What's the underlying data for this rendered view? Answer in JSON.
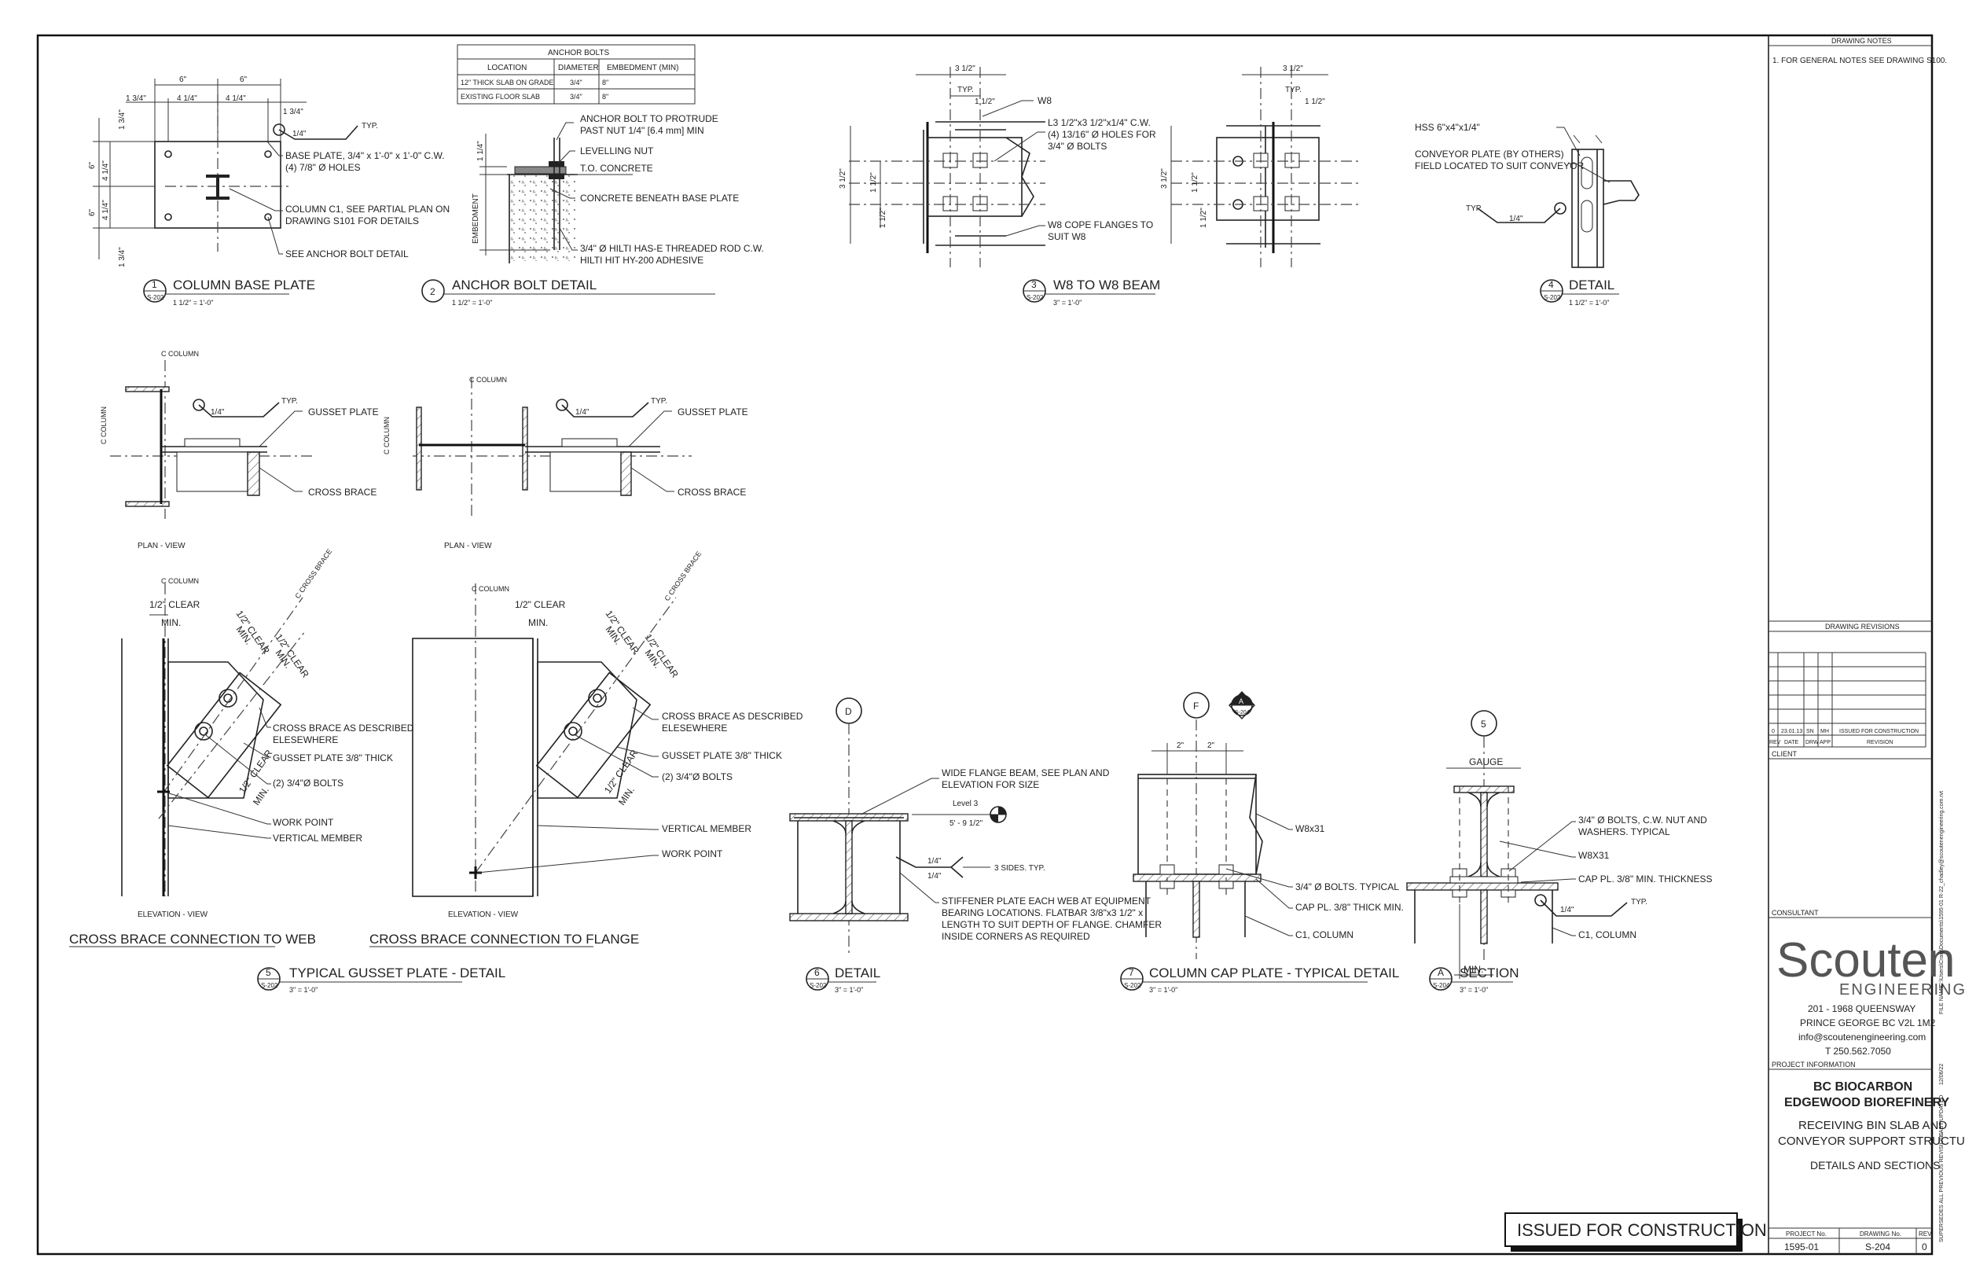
{
  "anchor_table": {
    "title": "ANCHOR BOLTS",
    "headers": [
      "LOCATION",
      "DIAMETER",
      "EMBEDMENT (MIN)"
    ],
    "rows": [
      [
        "12\" THICK SLAB ON GRADE",
        "3/4\"",
        "8\""
      ],
      [
        "EXISTING FLOOR SLAB",
        "3/4\"",
        "8\""
      ]
    ]
  },
  "details": {
    "d1": {
      "number": "1",
      "sheet": "S-202",
      "title": "COLUMN BASE PLATE",
      "scale": "1 1/2\" = 1'-0\""
    },
    "d2": {
      "number": "2",
      "title": "ANCHOR BOLT DETAIL",
      "scale": "1 1/2\" = 1'-0\""
    },
    "d3": {
      "number": "3",
      "sheet": "S-202",
      "title": "W8 TO W8 BEAM",
      "scale": "3\" = 1'-0\""
    },
    "d4": {
      "number": "4",
      "sheet": "S-202",
      "title": "DETAIL",
      "scale": "1 1/2\" = 1'-0\""
    },
    "d5": {
      "number": "5",
      "sheet": "S-202",
      "title": "TYPICAL GUSSET PLATE - DETAIL",
      "scale": "3\" = 1'-0\""
    },
    "d6": {
      "number": "6",
      "sheet": "S-202",
      "title": "DETAIL",
      "scale": "3\" = 1'-0\""
    },
    "d7": {
      "number": "7",
      "sheet": "S-202",
      "title": "COLUMN CAP PLATE - TYPICAL DETAIL",
      "scale": "3\" = 1'-0\""
    },
    "dA": {
      "number": "A",
      "sheet": "S-204",
      "title": "SECTION",
      "scale": "3\" = 1'-0\""
    }
  },
  "notes": {
    "d1": {
      "dim_6a": "6\"",
      "dim_6b": "6\"",
      "dim_134a": "1 3/4\"",
      "dim_414a": "4 1/4\"",
      "dim_414b": "4 1/4\"",
      "dim_134b": "1 3/4\"",
      "v_134a": "1 3/4\"",
      "v_6a": "6\"",
      "v_414a": "4 1/4\"",
      "v_6b": "6\"",
      "v_414b": "4 1/4\"",
      "v_134b": "1 3/4\"",
      "weld": "1/4\"",
      "typ": "TYP.",
      "base_plate": "BASE PLATE, 3/4\" x 1'-0\" x 1'-0\" C.W.",
      "holes": "(4) 7/8\" Ø HOLES",
      "column_c1": "COLUMN C1, SEE PARTIAL PLAN ON",
      "column_c1b": "DRAWING S101 FOR DETAILS",
      "see_anchor": "SEE ANCHOR BOLT DETAIL"
    },
    "d2": {
      "protrude": "ANCHOR BOLT TO PROTRUDE",
      "protrude2": "PAST NUT 1/4\" [6.4 mm] MIN",
      "levelling": "LEVELLING NUT",
      "to_concrete": "T.O. CONCRETE",
      "concrete": "CONCRETE BENEATH BASE PLATE",
      "hilti": "3/4\" Ø HILTI HAS-E THREADED ROD C.W.",
      "hilti2": "HILTI HIT HY-200 ADHESIVE",
      "dim_114": "1 1/4\"",
      "embedment": "EMBEDMENT"
    },
    "d3": {
      "dim_312": "3 1/2\"",
      "typ": "TYP.",
      "dim_112": "1 1/2\"",
      "w8": "W8",
      "angle": "L3 1/2\"x3 1/2\"x1/4\" C.W.",
      "angle2": "(4) 13/16\" Ø HOLES FOR",
      "angle3": "3/4\" Ø BOLTS",
      "cope": "W8 COPE FLANGES TO",
      "cope2": "SUIT W8",
      "v_112a": "1 1/2\"",
      "v_112b": "1 1/2\"",
      "v_312": "3 1/2\""
    },
    "d4": {
      "hss": "HSS 6\"x4\"x1/4\"",
      "plate": "CONVEYOR PLATE (BY OTHERS)",
      "plate2": "FIELD LOCATED TO SUIT CONVEYOR",
      "typ": "TYP.",
      "weld": "1/4\""
    },
    "plan": {
      "col_cl": "C COLUMN",
      "col_cl_v": "C COLUMN",
      "weld": "1/4\"",
      "typ": "TYP.",
      "gusset": "GUSSET PLATE",
      "cross": "CROSS BRACE",
      "plan_view": "PLAN - VIEW"
    },
    "elev": {
      "col_cl": "C COLUMN",
      "clear": "1/2\" CLEAR",
      "min": "MIN.",
      "brace_cl": "C CROSS BRACE",
      "cross_desc": "CROSS BRACE AS DESCRIBED",
      "cross_desc2": "ELESEWHERE",
      "gusset": "GUSSET PLATE 3/8\" THICK",
      "bolts": "(2) 3/4\"Ø BOLTS",
      "work_point": "WORK POINT",
      "vertical": "VERTICAL MEMBER",
      "elev_view": "ELEVATION - VIEW",
      "web_title": "CROSS BRACE CONNECTION TO WEB",
      "flange_title": "CROSS BRACE CONNECTION TO FLANGE"
    },
    "d6": {
      "grid": "D",
      "wide": "WIDE FLANGE BEAM, SEE PLAN AND",
      "wide2": "ELEVATION FOR SIZE",
      "level": "Level 3",
      "elev": "5' - 9 1/2\"",
      "weld_a": "1/4\"",
      "weld_b": "1/4\"",
      "sides": "3 SIDES. TYP.",
      "stiff1": "STIFFENER PLATE EACH WEB AT EQUIPMENT",
      "stiff2": "BEARING LOCATIONS. FLATBAR 3/8\"x3 1/2\" x",
      "stiff3": "LENGTH TO SUIT DEPTH OF FLANGE. CHAMFER",
      "stiff4": "INSIDE CORNERS AS REQUIRED"
    },
    "d7": {
      "grid": "F",
      "sec_letter": "A",
      "sec_sheet": "S-204",
      "dim_2a": "2\"",
      "dim_2b": "2\"",
      "w8x31": "W8x31",
      "bolts": "3/4\" Ø BOLTS. TYPICAL",
      "cap": "CAP PL. 3/8\" THICK MIN.",
      "c1": "C1, COLUMN"
    },
    "dA": {
      "grid": "5",
      "gauge": "GAUGE",
      "min": "MIN.",
      "bolts": "3/4\" Ø BOLTS, C.W. NUT AND",
      "bolts2": "WASHERS. TYPICAL",
      "w8x31": "W8X31",
      "cap": "CAP PL. 3/8\" MIN. THICKNESS",
      "typ": "TYP.",
      "weld": "1/4\"",
      "c1": "C1, COLUMN"
    }
  },
  "stamp": "ISSUED FOR CONSTRUCTION",
  "title_block": {
    "drawing_notes_header": "DRAWING NOTES",
    "note_1": "1.   FOR GENERAL NOTES SEE DRAWING S100.",
    "revisions_header": "DRAWING REVISIONS",
    "rev_row": [
      "0",
      "23.01.13",
      "SN",
      "MH",
      "ISSUED FOR CONSTRUCTION"
    ],
    "rev_cols": [
      "REV",
      "DATE",
      "DRW",
      "APP",
      "REVISION"
    ],
    "client_label": "CLIENT",
    "consultant_label": "CONSULTANT",
    "firm": "Scouten",
    "firm_sub": "ENGINEERING",
    "addr1": "201 - 1968 QUEENSWAY",
    "addr2": "PRINCE GEORGE BC V2L 1M2",
    "email": "info@scoutenengineering.com",
    "phone": "T  250.562.7050",
    "project_info_label": "PROJECT INFORMATION",
    "project1": "BC BIOCARBON",
    "project2": "EDGEWOOD BIOREFINERY",
    "desc1": "RECEIVING BIN SLAB AND",
    "desc2": "CONVEYOR SUPPORT STRUCTURE",
    "desc3": "DETAILS AND SECTIONS",
    "proj_no_label": "PROJECT No.",
    "drawing_no_label": "DRAWING No.",
    "rev_label": "REV",
    "proj_no": "1595-01",
    "drawing_no": "S-204",
    "rev": "0",
    "file_name_label": "FILE NAME",
    "file_name": "C:\\Users\\Craig\\Documents\\1595-01 R-22_chadley@scoutenengineering.com.rvt",
    "last_updated_label": "LAST UPDATED",
    "last_updated": "12/06/22",
    "supersedes": "SUPERSEDES ALL PREVIOUS REVISIONS"
  }
}
